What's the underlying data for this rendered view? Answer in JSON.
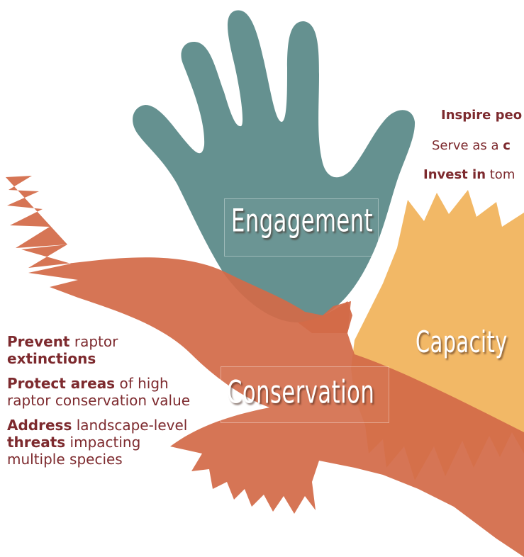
{
  "diagram": {
    "pillars": {
      "engagement": "Engagement",
      "capacity": "Capacity",
      "conservation": "Conservation"
    },
    "conservation_points": [
      {
        "parts": [
          {
            "b": "Prevent"
          },
          {
            "t": " raptor "
          },
          {
            "b": "extinctions"
          }
        ]
      },
      {
        "parts": [
          {
            "b": "Protect areas"
          },
          {
            "t": " of high raptor conservation value"
          }
        ]
      },
      {
        "parts": [
          {
            "b": "Address"
          },
          {
            "t": " landscape-level "
          },
          {
            "b": "threats"
          },
          {
            "t": " impacting multiple species"
          }
        ]
      }
    ],
    "engagement_points_cropped": [
      {
        "parts": [
          {
            "b": "Inspire peo"
          }
        ]
      },
      {
        "parts": [
          {
            "t": "Serve as a "
          },
          {
            "b": "c"
          }
        ]
      },
      {
        "parts": [
          {
            "b": "Invest in"
          },
          {
            "t": " tom"
          }
        ]
      }
    ],
    "colors": {
      "hand": "#5f8d8b",
      "bird": "#d36a48",
      "sun": "#f2b866",
      "text": "#7d2a2e"
    },
    "icons": [
      "hand-icon",
      "sun-icon",
      "raptor-bird-icon"
    ]
  }
}
